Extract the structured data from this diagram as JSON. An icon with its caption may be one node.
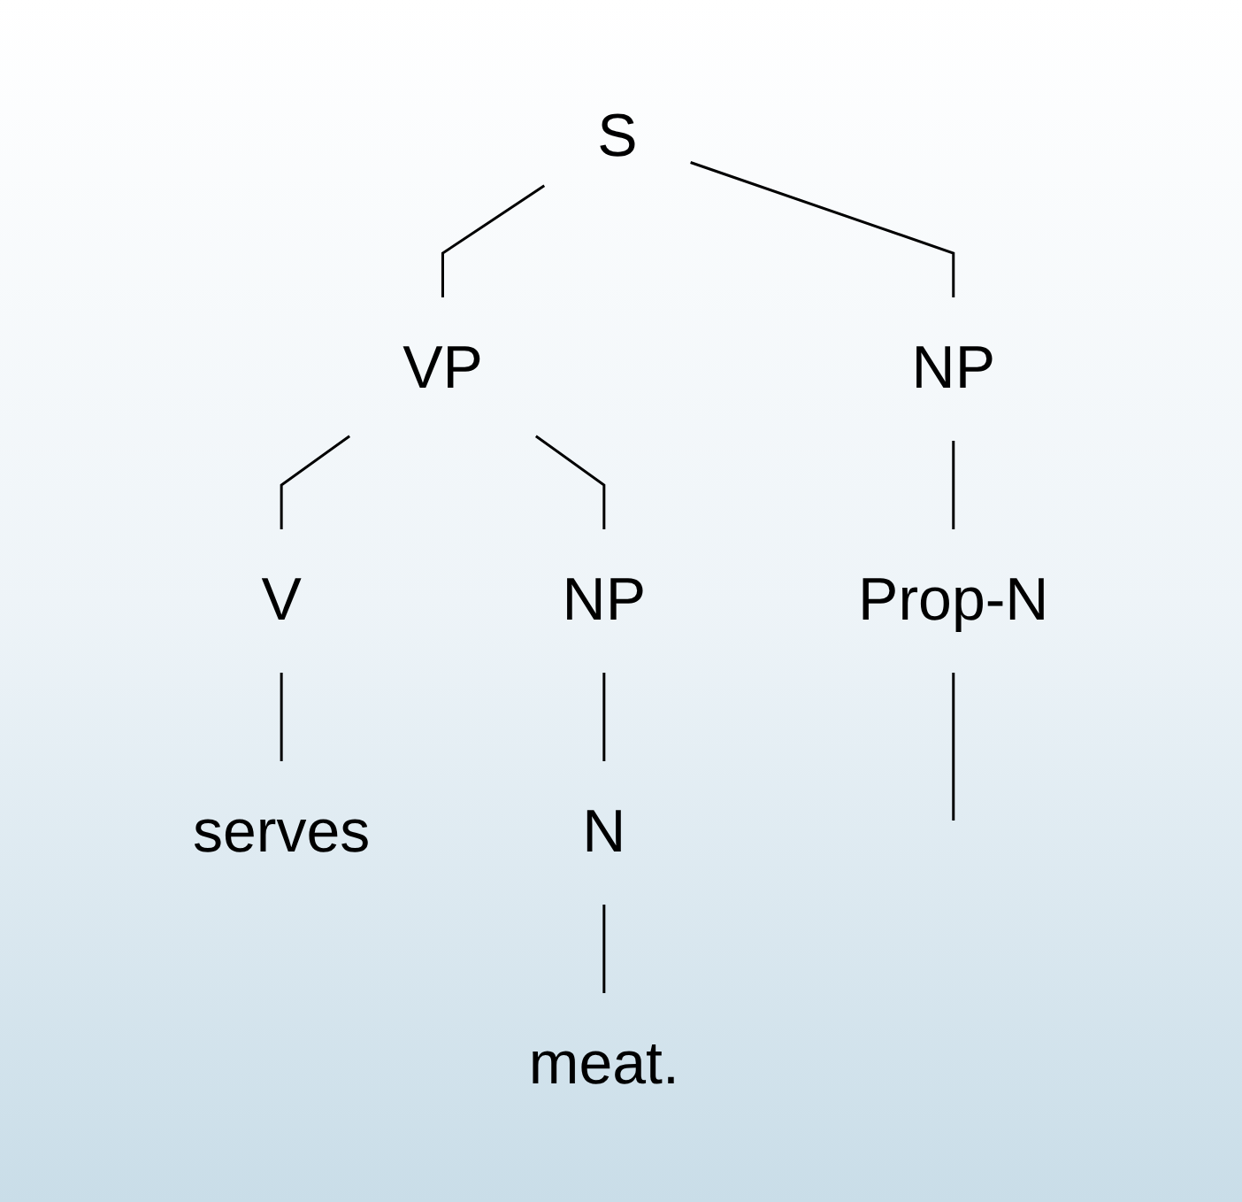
{
  "diagram": {
    "nodes": [
      {
        "text": [
          "S"
        ]
      },
      {
        "text": [
          "NP"
        ]
      },
      {
        "text": [
          "VP"
        ]
      },
      {
        "text": [
          "Prop-N"
        ]
      },
      {
        "text": [
          "V"
        ]
      },
      {
        "text": [
          "NP"
        ]
      },
      {
        "text": [
          "N"
        ]
      },
      {
        "text": [
          "serves"
        ]
      },
      {
        "text": [
          "meat."
        ]
      }
    ],
    "edges": [
      {
        "from": 0,
        "to": 1,
        "arrow": "none"
      },
      {
        "from": 0,
        "to": 2,
        "arrow": "none"
      },
      {
        "from": 1,
        "to": 3,
        "arrow": "none"
      },
      {
        "from": 2,
        "to": 4,
        "arrow": "none"
      },
      {
        "from": 2,
        "to": 5,
        "arrow": "none"
      },
      {
        "from": 3,
        "to": null,
        "arrow": "none"
      },
      {
        "from": 4,
        "to": 7,
        "arrow": "none"
      },
      {
        "from": 5,
        "to": 6,
        "arrow": "none"
      },
      {
        "from": 6,
        "to": 8,
        "arrow": "none"
      }
    ]
  }
}
